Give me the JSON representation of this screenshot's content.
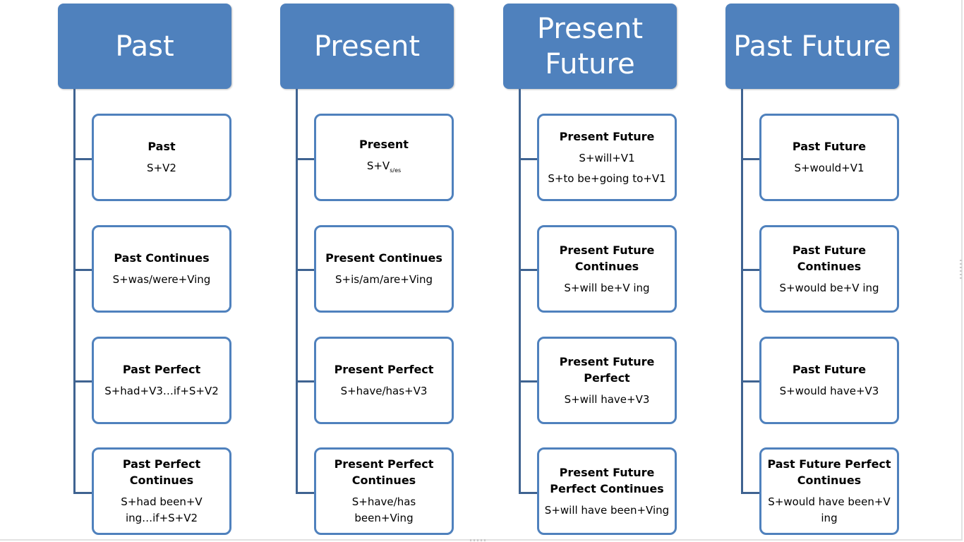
{
  "columns": [
    {
      "header": "Past",
      "boxes": [
        {
          "title": "Past",
          "formula": "S+V2"
        },
        {
          "title": "Past Continues",
          "formula": "S+was/were+Ving"
        },
        {
          "title": "Past Perfect",
          "formula": "S+had+V3…if+S+V2"
        },
        {
          "title": "Past Perfect\nContinues",
          "formula": "S+had been+V\ning…if+S+V2"
        }
      ]
    },
    {
      "header": "Present",
      "boxes": [
        {
          "title": "Present",
          "formula_base": "S+V",
          "formula_sub": "s/es"
        },
        {
          "title": "Present Continues",
          "formula": "S+is/am/are+Ving"
        },
        {
          "title": "Present Perfect",
          "formula": "S+have/has+V3"
        },
        {
          "title": "Present Perfect\nContinues",
          "formula": "S+have/has\nbeen+Ving"
        }
      ]
    },
    {
      "header": "Present\nFuture",
      "boxes": [
        {
          "title": "Present Future",
          "formula": "S+will+V1",
          "formula2": "S+to be+going to+V1"
        },
        {
          "title": "Present Future\nContinues",
          "formula": "S+will be+V ing"
        },
        {
          "title": "Present Future\nPerfect",
          "formula": "S+will have+V3"
        },
        {
          "title": "Present Future\nPerfect Continues",
          "formula": "S+will have been+Ving"
        }
      ]
    },
    {
      "header": "Past Future",
      "boxes": [
        {
          "title": "Past Future",
          "formula": "S+would+V1"
        },
        {
          "title": "Past Future\nContinues",
          "formula": "S+would  be+V ing"
        },
        {
          "title": "Past Future",
          "formula": "S+would  have+V3"
        },
        {
          "title": "Past Future Perfect\nContinues",
          "formula": "S+would have been+V\ning"
        }
      ]
    }
  ]
}
